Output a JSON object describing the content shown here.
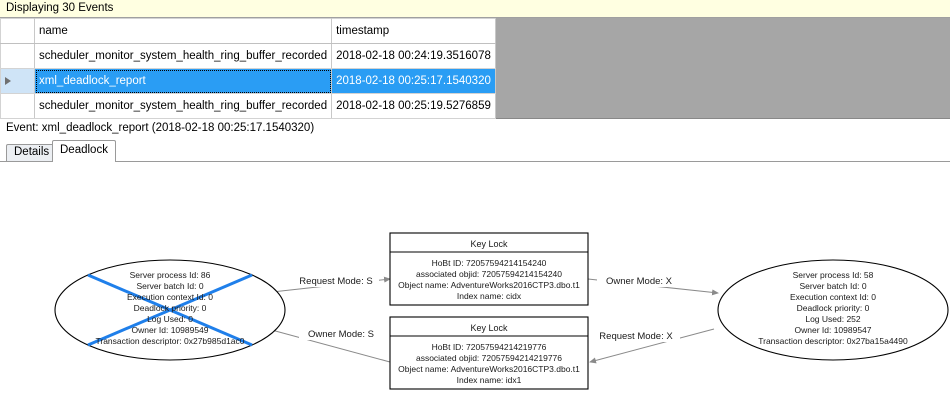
{
  "banner": {
    "text": "Displaying 30 Events"
  },
  "grid": {
    "columns": [
      "",
      "name",
      "timestamp"
    ],
    "rows": [
      {
        "selector": "",
        "name": "scheduler_monitor_system_health_ring_buffer_recorded",
        "timestamp": "2018-02-18 00:24:19.3516078",
        "selected": false
      },
      {
        "selector": "row-pointer",
        "name": "xml_deadlock_report",
        "timestamp": "2018-02-18 00:25:17.1540320",
        "selected": true
      },
      {
        "selector": "",
        "name": "scheduler_monitor_system_health_ring_buffer_recorded",
        "timestamp": "2018-02-18 00:25:19.5276859",
        "selected": false
      }
    ],
    "selection_color": "#2a9df4",
    "empty_area_color": "#a6a6a6"
  },
  "event_label": {
    "text": "Event: xml_deadlock_report (2018-02-18 00:25:17.1540320)"
  },
  "tabs": [
    {
      "label": "Details",
      "active": false
    },
    {
      "label": "Deadlock",
      "active": true
    }
  ],
  "deadlock": {
    "victim_marker_color": "#1f7fea",
    "process_left": {
      "title": "process-node-victim",
      "lines": [
        "Server process Id: 86",
        "Server batch Id: 0",
        "Execution context Id: 0",
        "Deadlock priority: 0",
        "Log Used: 0",
        "Owner Id: 10989549",
        "Transaction descriptor: 0x27b985d1ac0"
      ]
    },
    "process_right": {
      "title": "process-node",
      "lines": [
        "Server process Id: 58",
        "Server batch Id: 0",
        "Execution context Id: 0",
        "Deadlock priority: 0",
        "Log Used: 252",
        "Owner Id: 10989547",
        "Transaction descriptor: 0x27ba15a4490"
      ]
    },
    "resource_top": {
      "header": "Key Lock",
      "lines": [
        "HoBt ID: 72057594214154240",
        "associated objid: 72057594214154240",
        "Object name: AdventureWorks2016CTP3.dbo.t1",
        "Index name: cidx"
      ]
    },
    "resource_bottom": {
      "header": "Key Lock",
      "lines": [
        "HoBt ID: 72057594214219776",
        "associated objid: 72057594214219776",
        "Object name: AdventureWorks2016CTP3.dbo.t1",
        "Index name: idx1"
      ]
    },
    "edges": [
      {
        "label": "Request Mode: S",
        "from": "process_left",
        "to": "resource_top"
      },
      {
        "label": "Owner Mode: X",
        "from": "resource_top",
        "to": "process_right"
      },
      {
        "label": "Owner Mode: S",
        "from": "resource_bottom",
        "to": "process_left"
      },
      {
        "label": "Request Mode: X",
        "from": "process_right",
        "to": "resource_bottom"
      }
    ]
  }
}
